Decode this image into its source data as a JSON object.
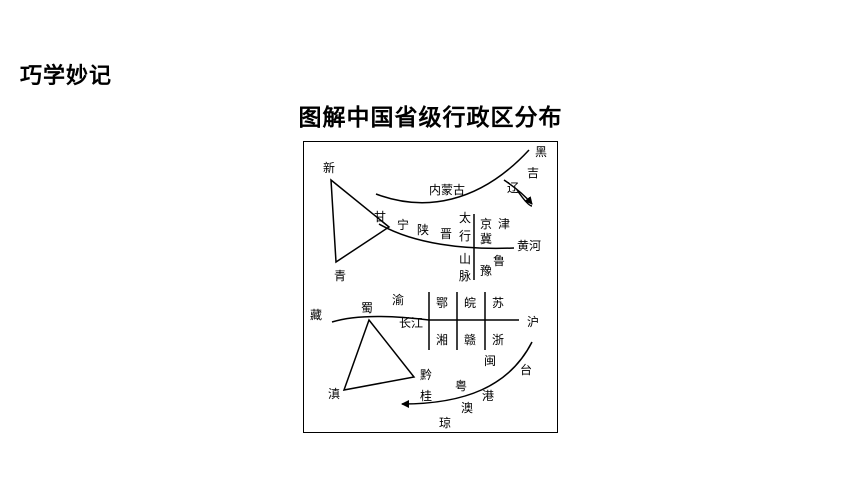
{
  "heading": "巧学妙记",
  "title": "图解中国省级行政区分布",
  "map": {
    "labels": {
      "hei": "黑",
      "ji": "吉",
      "liao": "辽",
      "neimenggu": "内蒙古",
      "xin": "新",
      "gan": "甘",
      "ning": "宁",
      "shan": "陕",
      "jin": "晋",
      "taihang": "太行山脉",
      "jing": "京",
      "jin_tianjin": "津",
      "ji_hebei": "冀",
      "huanghe": "黄河",
      "lu": "鲁",
      "yu": "豫",
      "qing": "青",
      "zang": "藏",
      "shu": "蜀",
      "yu_chongqing": "渝",
      "changjiang": "长江",
      "e": "鄂",
      "wan": "皖",
      "su": "苏",
      "hu": "沪",
      "xiang": "湘",
      "gan_jiangxi": "赣",
      "zhe": "浙",
      "min": "闽",
      "tai": "台",
      "qian": "黔",
      "dian": "滇",
      "gui": "桂",
      "yue": "粤",
      "gang": "港",
      "ao": "澳",
      "qiong": "琼"
    }
  }
}
